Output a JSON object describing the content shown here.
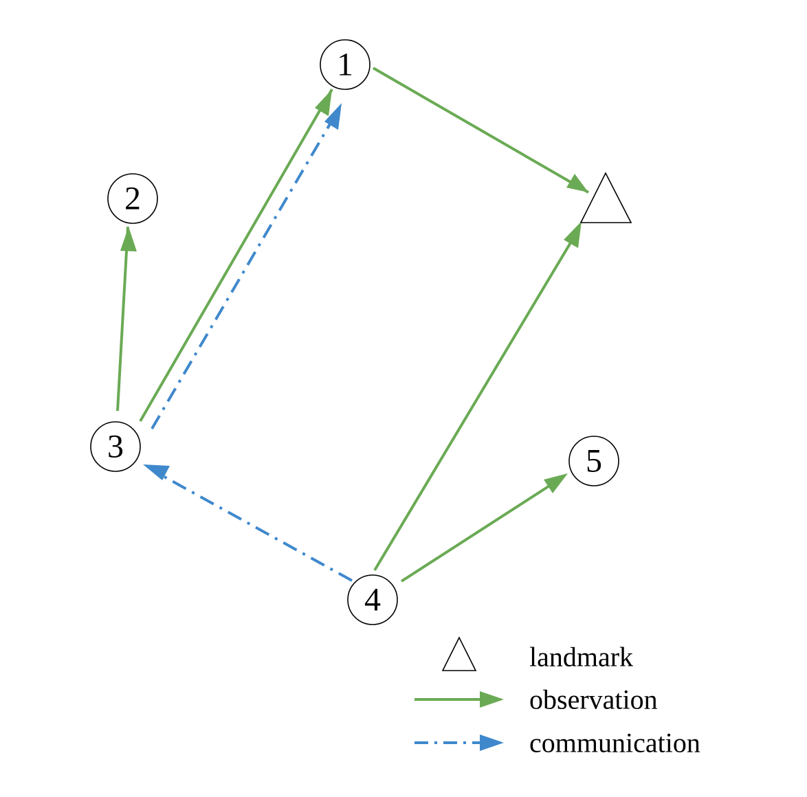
{
  "colors": {
    "observation": "#6aaa54",
    "communication": "#3f88cc",
    "node_stroke": "#000000",
    "background": "#ffffff"
  },
  "nodes": [
    {
      "id": "1",
      "label": "1"
    },
    {
      "id": "2",
      "label": "2"
    },
    {
      "id": "3",
      "label": "3"
    },
    {
      "id": "4",
      "label": "4"
    },
    {
      "id": "5",
      "label": "5"
    }
  ],
  "landmark": {
    "id": "L",
    "shape": "triangle"
  },
  "edges": [
    {
      "from": "1",
      "to": "L",
      "kind": "observation"
    },
    {
      "from": "3",
      "to": "2",
      "kind": "observation"
    },
    {
      "from": "3",
      "to": "1",
      "kind": "observation"
    },
    {
      "from": "3",
      "to": "1",
      "kind": "communication"
    },
    {
      "from": "4",
      "to": "L",
      "kind": "observation"
    },
    {
      "from": "4",
      "to": "5",
      "kind": "observation"
    },
    {
      "from": "4",
      "to": "3",
      "kind": "communication"
    }
  ],
  "legend": {
    "landmark_label": "landmark",
    "observation_label": "observation",
    "communication_label": "communication"
  }
}
